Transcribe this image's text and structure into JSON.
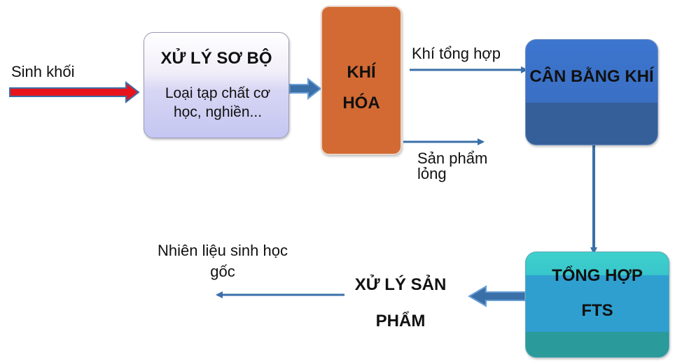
{
  "labels": {
    "input": "Sinh khối",
    "syngas": "Khí tổng hợp",
    "liquid": "Sản phẩm lỏng",
    "output": "Nhiên liệu sinh học gốc"
  },
  "nodes": {
    "pretreatment": {
      "title": "XỬ LÝ SƠ BỘ",
      "detail": "Loại tạp chất cơ học, nghiền..."
    },
    "gasification": {
      "title": "KHÍ HÓA"
    },
    "gas_cleaning": {
      "title": "CÂN BẰNG KHÍ"
    },
    "fts": {
      "title": "TỔNG HỢP FTS"
    },
    "product_processing": {
      "title": "XỬ LÝ SẢN PHẨM"
    }
  },
  "colors": {
    "input_arrow": "#e8141c",
    "flow": "#3a6fa8",
    "pretreatment_top": "#f4f0fa",
    "pretreatment_bottom": "#c8c8f2",
    "gasification": "#d36a33",
    "gas_cleaning_top": "#3b72c9",
    "gas_cleaning_bottom": "#355f99",
    "fts_top": "#39c9c9",
    "fts_mid": "#2f9fd0",
    "fts_bottom": "#2a9a9a"
  }
}
